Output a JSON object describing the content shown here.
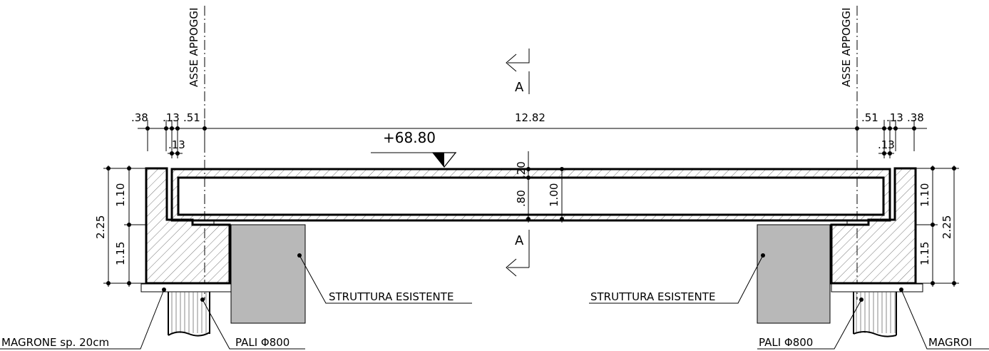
{
  "labels": {
    "axis_left": "ASSE APPOGGI",
    "axis_right": "ASSE APPOGGI",
    "section_top": "A",
    "section_bottom": "A",
    "elevation": "+68.80",
    "existing_left": "STRUTTURA ESISTENTE",
    "existing_right": "STRUTTURA ESISTENTE",
    "piles_left": "PALI Φ800",
    "piles_right": "PALI Φ800",
    "lean_left": "MAGRONE sp. 20cm",
    "lean_right": "MAGROI"
  },
  "dimensions": {
    "top_left": [
      ".38",
      ".13",
      ".51"
    ],
    "top_left_sub": ".13",
    "span": "12.82",
    "top_right": [
      ".51",
      ".13",
      ".38"
    ],
    "top_right_sub": ".13",
    "slab_top": ".20",
    "slab_inner": ".80",
    "slab_total": "1.00",
    "left_upper": "1.10",
    "left_lower": "1.15",
    "left_total": "2.25",
    "right_upper": "1.10",
    "right_lower": "1.15",
    "right_total": "2.25"
  },
  "colors": {
    "line": "#000000",
    "existing_structure_fill": "#b8b8b8",
    "hatch": "#555555"
  }
}
